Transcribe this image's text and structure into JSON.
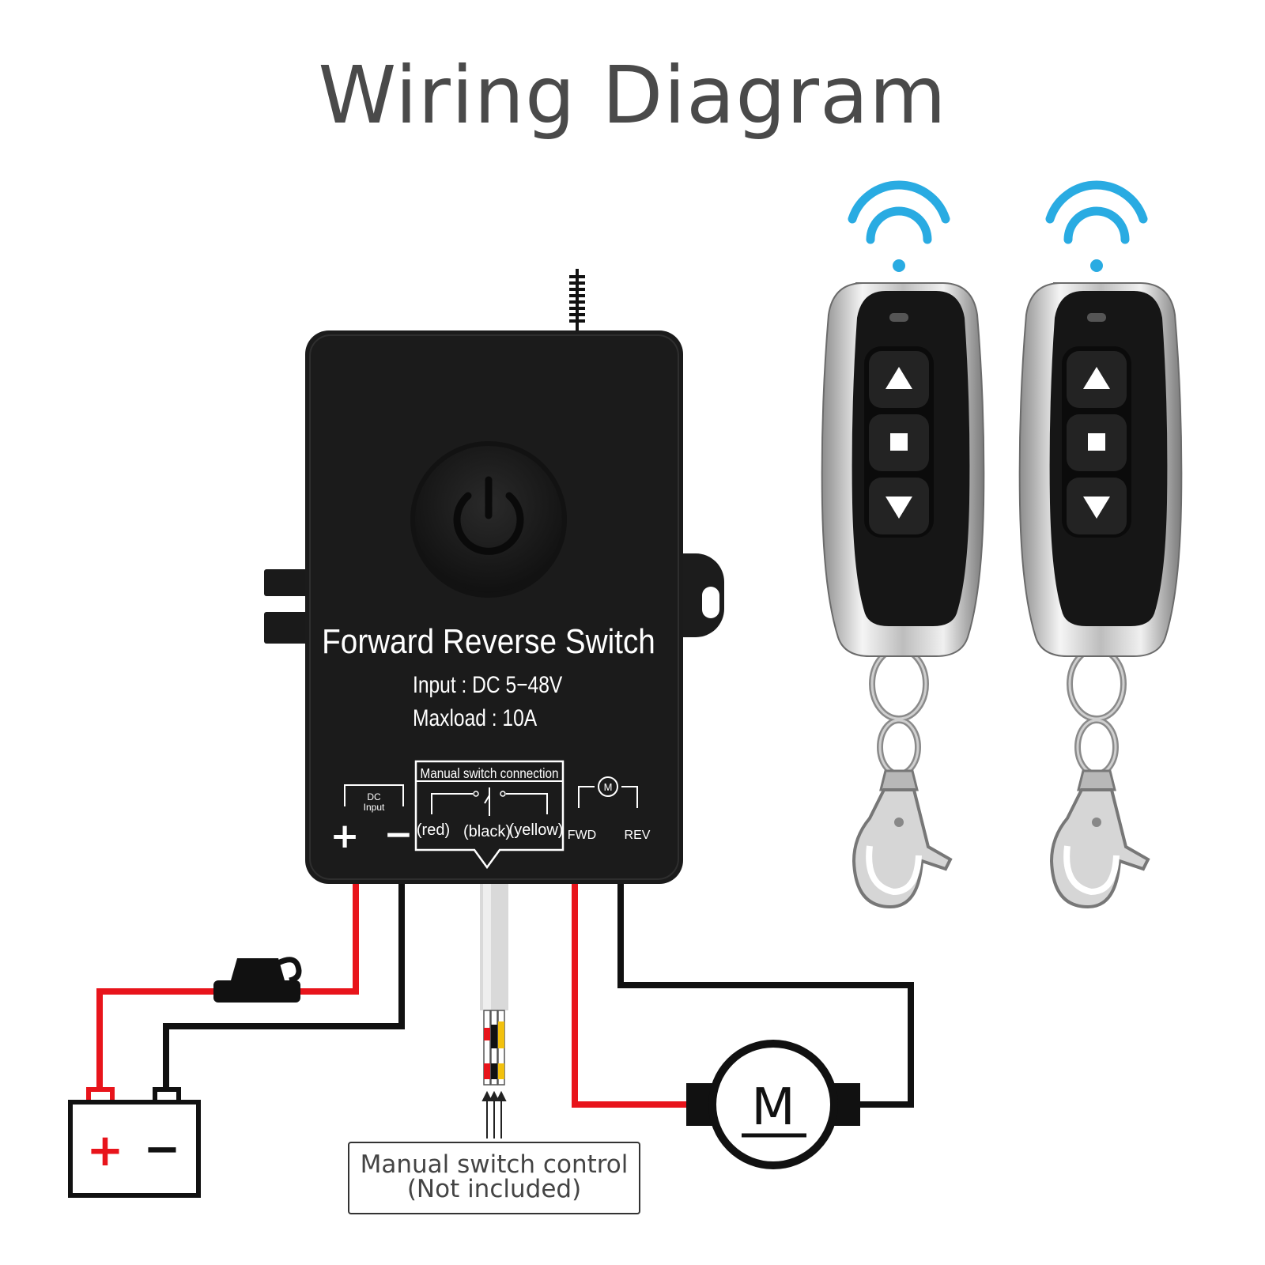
{
  "title": "Wiring Diagram",
  "device": {
    "name": "Forward Reverse Switch",
    "input": "Input : DC 5−48V",
    "maxload": "Maxload : 10A",
    "dc_label_1": "DC",
    "dc_label_2": "Input",
    "plus": "+",
    "minus": "−",
    "manual_title": "Manual switch connection",
    "manual_red": "(red)",
    "manual_black": "(black)",
    "manual_yellow": "(yellow)",
    "fwd": "FWD",
    "rev": "REV",
    "motor_small": "M"
  },
  "battery": {
    "plus": "+",
    "minus": "−"
  },
  "motor": {
    "label": "M"
  },
  "manual_switch_label": {
    "line1": "Manual switch control",
    "line2": "(Not included)"
  },
  "colors": {
    "red_wire": "#e8141b",
    "black_wire": "#111111",
    "signal": "#29abe2"
  }
}
